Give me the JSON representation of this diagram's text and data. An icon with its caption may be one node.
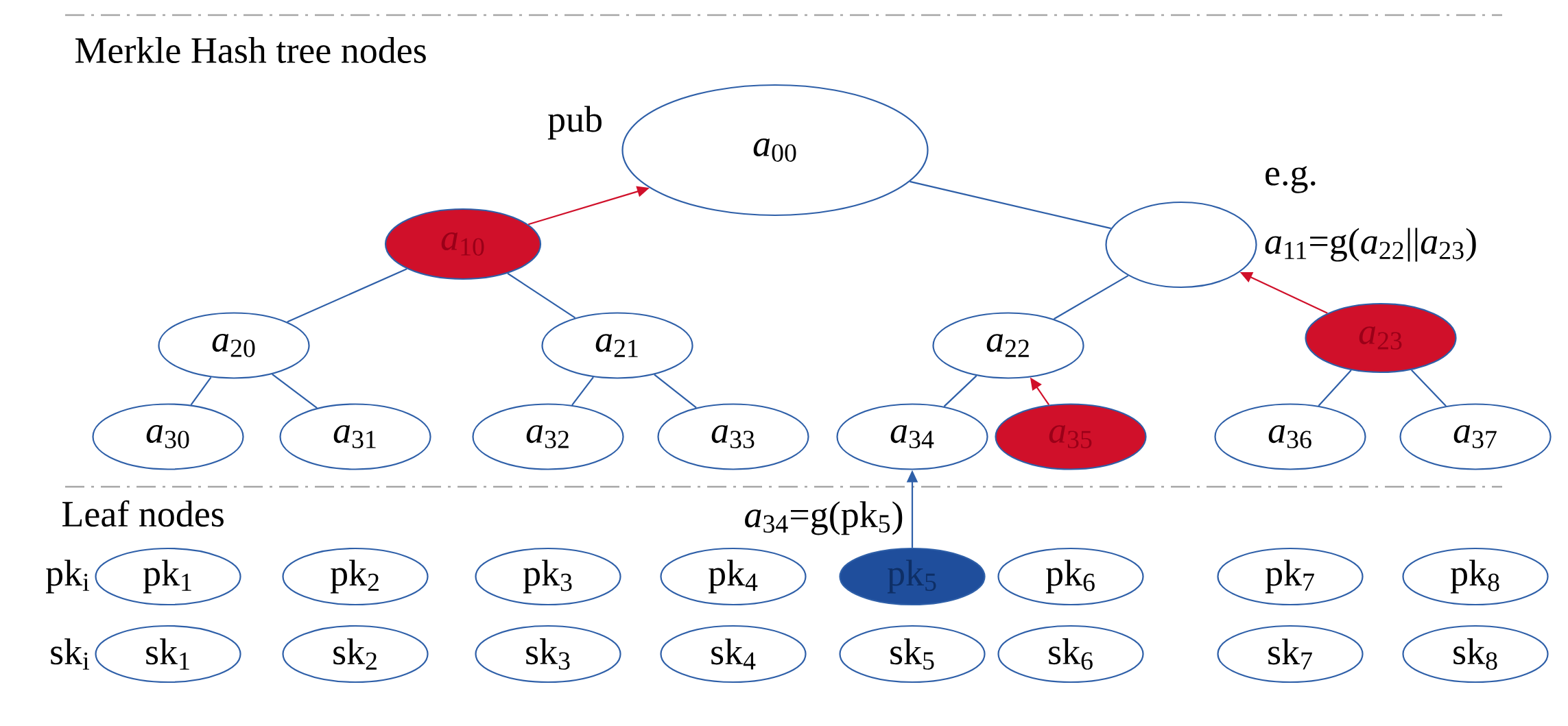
{
  "diagram": {
    "nodes": [
      {
        "text": [
          "*a*$_{00}$"
        ],
        "beside": [
          "pub"
        ]
      },
      {
        "text": [
          "*a*$_{10}$"
        ]
      },
      {
        "text": [],
        "shape": "circle",
        "beside": [
          "e.g.",
          "*a*$_{11}$=g(*a*$_{22}$||*a*$_{23}$)"
        ]
      },
      {
        "text": [
          "*a*$_{20}$"
        ]
      },
      {
        "text": [
          "*a*$_{21}$"
        ]
      },
      {
        "text": [
          "*a*$_{22}$"
        ]
      },
      {
        "text": [
          "*a*$_{23}$"
        ]
      },
      {
        "text": [
          "*a*$_{30}$"
        ]
      },
      {
        "text": [
          "*a*$_{31}$"
        ]
      },
      {
        "text": [
          "*a*$_{32}$"
        ]
      },
      {
        "text": [
          "*a*$_{33}$"
        ]
      },
      {
        "text": [
          "*a*$_{34}$"
        ]
      },
      {
        "text": [
          "*a*$_{35}$"
        ]
      },
      {
        "text": [
          "*a*$_{36}$"
        ]
      },
      {
        "text": [
          "*a*$_{37}$"
        ]
      },
      {
        "text": [
          "pk$_{1}$"
        ]
      },
      {
        "text": [
          "pk$_{2}$"
        ]
      },
      {
        "text": [
          "pk$_{3}$"
        ]
      },
      {
        "text": [
          "pk$_{4}$"
        ]
      },
      {
        "text": [
          "pk$_{5}$"
        ]
      },
      {
        "text": [
          "pk$_{6}$"
        ]
      },
      {
        "text": [
          "pk$_{7}$"
        ]
      },
      {
        "text": [
          "pk$_{8}$"
        ]
      },
      {
        "text": [
          "sk$_{1}$"
        ]
      },
      {
        "text": [
          "sk$_{2}$"
        ]
      },
      {
        "text": [
          "sk$_{3}$"
        ]
      },
      {
        "text": [
          "sk$_{4}$"
        ]
      },
      {
        "text": [
          "sk$_{5}$"
        ]
      },
      {
        "text": [
          "sk$_{6}$"
        ]
      },
      {
        "text": [
          "sk$_{7}$"
        ]
      },
      {
        "text": [
          "sk$_{8}$"
        ]
      }
    ],
    "edges": [
      {
        "from": 1,
        "to": 0,
        "arrow": "to",
        "color": "#d0102a"
      },
      {
        "from": 0,
        "to": 2,
        "arrow": "none"
      },
      {
        "from": 1,
        "to": 3,
        "arrow": "none"
      },
      {
        "from": 1,
        "to": 4,
        "arrow": "none"
      },
      {
        "from": 2,
        "to": 5,
        "arrow": "none"
      },
      {
        "from": 6,
        "to": 2,
        "arrow": "to",
        "color": "#d0102a"
      },
      {
        "from": 3,
        "to": 7,
        "arrow": "none"
      },
      {
        "from": 3,
        "to": 8,
        "arrow": "none"
      },
      {
        "from": 4,
        "to": 9,
        "arrow": "none"
      },
      {
        "from": 4,
        "to": 10,
        "arrow": "none"
      },
      {
        "from": 5,
        "to": 11,
        "arrow": "none"
      },
      {
        "from": 12,
        "to": 5,
        "arrow": "to",
        "color": "#d0102a"
      },
      {
        "from": 6,
        "to": 13,
        "arrow": "none"
      },
      {
        "from": 6,
        "to": 14,
        "arrow": "none"
      },
      {
        "from": 19,
        "to": 11,
        "arrow": "to",
        "label": "*a*$_{34}$=g(pk$_{5}$)"
      }
    ],
    "labels": [
      "Merkle Hash tree nodes",
      "Leaf nodes",
      "pk$_{i}$",
      "sk$_{i}$"
    ]
  }
}
